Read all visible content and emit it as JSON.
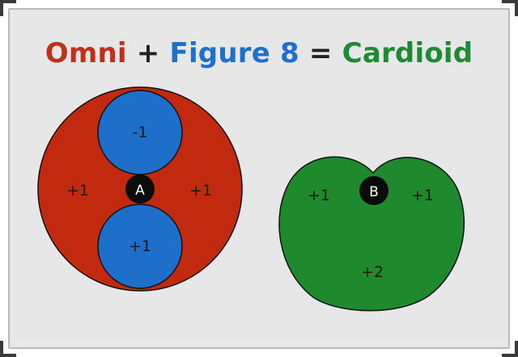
{
  "title": {
    "omni": "Omni",
    "plus": "+",
    "figure8": "Figure 8",
    "equals": "=",
    "cardioid": "Cardioid"
  },
  "diagram_a": {
    "center_label": "A",
    "left_label": "+1",
    "right_label": "+1",
    "top_lobe_label": "-1",
    "bottom_lobe_label": "+1"
  },
  "diagram_b": {
    "center_label": "B",
    "left_label": "+1",
    "right_label": "+1",
    "bottom_label": "+2"
  },
  "colors": {
    "omni_red": "#c12a0e",
    "figure8_blue": "#1e6fc9",
    "cardioid_green": "#1e8a2d",
    "center_black": "#0b0b0b"
  }
}
